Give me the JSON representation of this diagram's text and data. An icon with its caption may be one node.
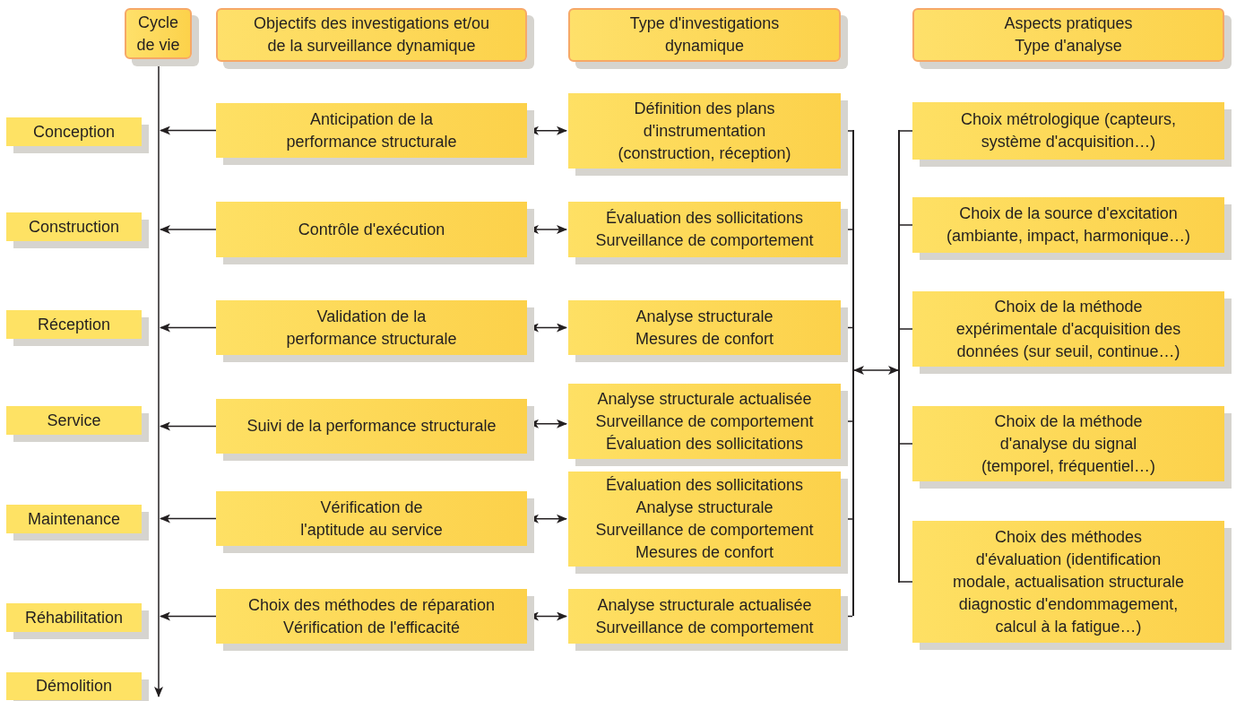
{
  "diagram": {
    "nodes": [
      {
        "text": [
          "Cycle de vie"
        ]
      },
      {
        "text": [
          "Objectifs des investigations et/ou de la surveillance dynamique"
        ]
      },
      {
        "text": [
          "Type d'investigations dynamique"
        ]
      },
      {
        "text": [
          "Aspects pratiques Type d'analyse"
        ]
      },
      {
        "text": [
          "Conception"
        ]
      },
      {
        "text": [
          "Construction"
        ]
      },
      {
        "text": [
          "Réception"
        ]
      },
      {
        "text": [
          "Service"
        ]
      },
      {
        "text": [
          "Maintenance"
        ]
      },
      {
        "text": [
          "Réhabilitation"
        ]
      },
      {
        "text": [
          "Démolition"
        ]
      },
      {
        "text": [
          "Anticipation de la performance structurale"
        ]
      },
      {
        "text": [
          "Contrôle d'exécution"
        ]
      },
      {
        "text": [
          "Validation de la performance structurale"
        ]
      },
      {
        "text": [
          "Suivi de la performance structurale"
        ]
      },
      {
        "text": [
          "Vérification de l'aptitude au service"
        ]
      },
      {
        "text": [
          "Choix des méthodes de réparation Vérification de l'efficacité"
        ]
      },
      {
        "text": [
          "Définition des plans d'instrumentation (construction, réception)"
        ]
      },
      {
        "text": [
          "Évaluation des sollicitations Surveillance de comportement"
        ]
      },
      {
        "text": [
          "Analyse structurale Mesures de confort"
        ]
      },
      {
        "text": [
          "Analyse structurale actualisée Surveillance de comportement Évaluation des sollicitations"
        ]
      },
      {
        "text": [
          "Évaluation des sollicitations Analyse structurale Surveillance de comportement Mesures de confort"
        ]
      },
      {
        "text": [
          "Analyse structurale actualisée Surveillance de comportement"
        ]
      },
      {
        "text": [
          "Choix métrologique (capteurs, système d'acquisition…)"
        ]
      },
      {
        "text": [
          "Choix de la source d'excitation (ambiante, impact, harmonique…)"
        ]
      },
      {
        "text": [
          "Choix de la méthode expérimentale d'acquisition des données (sur seuil, continue…)"
        ]
      },
      {
        "text": [
          "Choix de la méthode d'analyse du signal (temporel, fréquentiel…)"
        ]
      },
      {
        "text": [
          "Choix des méthodes d'évaluation (identification modale, actualisation structurale diagnostic d'endommagement, calcul à la fatigue…)"
        ]
      },
      {
        "text": [],
        "shape": "bar"
      },
      {
        "text": [],
        "shape": "bar"
      }
    ],
    "edges": [
      {
        "from": 0,
        "to": 10,
        "arrow": "to"
      },
      {
        "from": 11,
        "to": 4,
        "arrow": "to"
      },
      {
        "from": 12,
        "to": 5,
        "arrow": "to"
      },
      {
        "from": 13,
        "to": 6,
        "arrow": "to"
      },
      {
        "from": 14,
        "to": 7,
        "arrow": "to"
      },
      {
        "from": 15,
        "to": 8,
        "arrow": "to"
      },
      {
        "from": 16,
        "to": 9,
        "arrow": "to"
      },
      {
        "from": 11,
        "to": 17,
        "arrow": "both"
      },
      {
        "from": 12,
        "to": 18,
        "arrow": "both"
      },
      {
        "from": 13,
        "to": 19,
        "arrow": "both"
      },
      {
        "from": 14,
        "to": 20,
        "arrow": "both"
      },
      {
        "from": 15,
        "to": 21,
        "arrow": "both"
      },
      {
        "from": 16,
        "to": 22,
        "arrow": "both"
      },
      {
        "from": 17,
        "to": 28,
        "arrow": "none"
      },
      {
        "from": 18,
        "to": 28,
        "arrow": "none"
      },
      {
        "from": 19,
        "to": 28,
        "arrow": "none"
      },
      {
        "from": 20,
        "to": 28,
        "arrow": "none"
      },
      {
        "from": 21,
        "to": 28,
        "arrow": "none"
      },
      {
        "from": 22,
        "to": 28,
        "arrow": "none"
      },
      {
        "from": 28,
        "to": 29,
        "arrow": "both"
      },
      {
        "from": 29,
        "to": 23,
        "arrow": "none"
      },
      {
        "from": 29,
        "to": 24,
        "arrow": "none"
      },
      {
        "from": 29,
        "to": 25,
        "arrow": "none"
      },
      {
        "from": 29,
        "to": 26,
        "arrow": "none"
      },
      {
        "from": 29,
        "to": 27,
        "arrow": "none"
      }
    ]
  }
}
